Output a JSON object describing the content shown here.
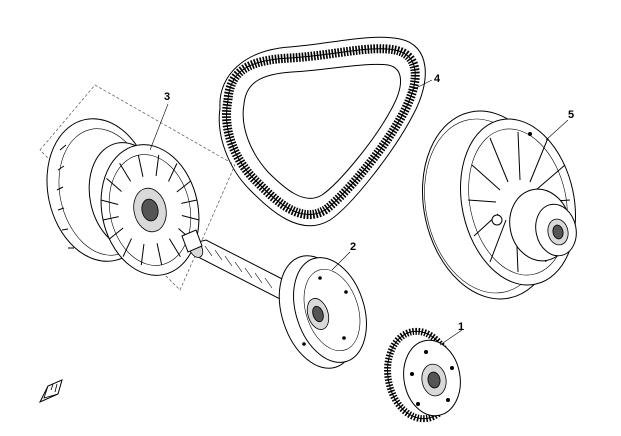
{
  "diagram": {
    "callouts": [
      {
        "id": "1",
        "label": "1"
      },
      {
        "id": "2",
        "label": "2"
      },
      {
        "id": "3",
        "label": "3"
      },
      {
        "id": "4",
        "label": "4"
      },
      {
        "id": "5",
        "label": "5"
      }
    ],
    "orientation_icon": "front-arrow-icon"
  }
}
